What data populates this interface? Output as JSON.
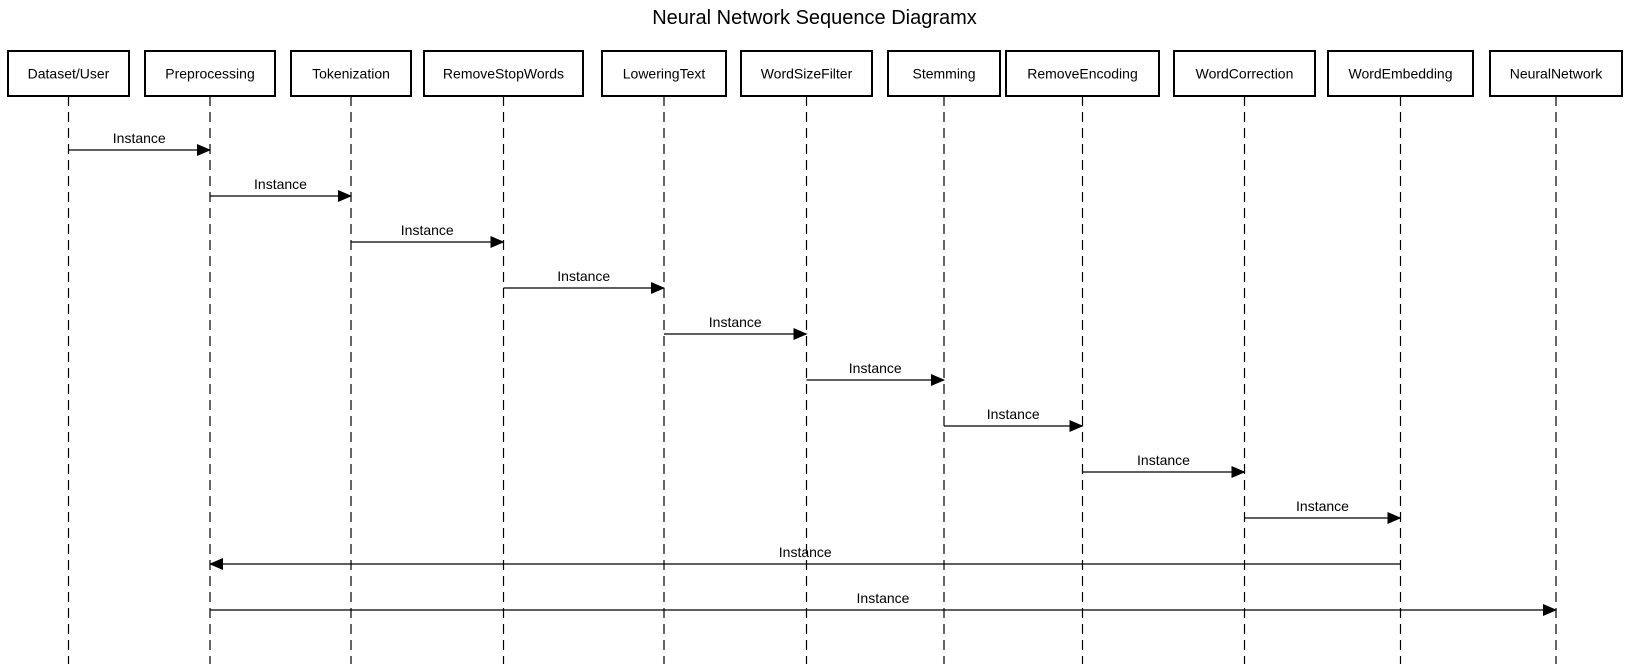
{
  "title": "Neural Network Sequence Diagramx",
  "colors": {
    "line": "#000000",
    "background": "#ffffff"
  },
  "participants": [
    {
      "id": "dataset_user",
      "label": "Dataset/User"
    },
    {
      "id": "preprocessing",
      "label": "Preprocessing"
    },
    {
      "id": "tokenization",
      "label": "Tokenization"
    },
    {
      "id": "removestopwords",
      "label": "RemoveStopWords"
    },
    {
      "id": "loweringtext",
      "label": "LoweringText"
    },
    {
      "id": "wordsizefilter",
      "label": "WordSizeFilter"
    },
    {
      "id": "stemming",
      "label": "Stemming"
    },
    {
      "id": "removeencoding",
      "label": "RemoveEncoding"
    },
    {
      "id": "wordcorrection",
      "label": "WordCorrection"
    },
    {
      "id": "wordembedding",
      "label": "WordEmbedding"
    },
    {
      "id": "neuralnetwork",
      "label": "NeuralNetwork"
    }
  ],
  "messages": [
    {
      "from": "dataset_user",
      "to": "preprocessing",
      "label": "Instance"
    },
    {
      "from": "preprocessing",
      "to": "tokenization",
      "label": "Instance"
    },
    {
      "from": "tokenization",
      "to": "removestopwords",
      "label": "Instance"
    },
    {
      "from": "removestopwords",
      "to": "loweringtext",
      "label": "Instance"
    },
    {
      "from": "loweringtext",
      "to": "wordsizefilter",
      "label": "Instance"
    },
    {
      "from": "wordsizefilter",
      "to": "stemming",
      "label": "Instance"
    },
    {
      "from": "stemming",
      "to": "removeencoding",
      "label": "Instance"
    },
    {
      "from": "removeencoding",
      "to": "wordcorrection",
      "label": "Instance"
    },
    {
      "from": "wordcorrection",
      "to": "wordembedding",
      "label": "Instance"
    },
    {
      "from": "wordembedding",
      "to": "preprocessing",
      "label": "Instance"
    },
    {
      "from": "preprocessing",
      "to": "neuralnetwork",
      "label": "Instance"
    }
  ]
}
